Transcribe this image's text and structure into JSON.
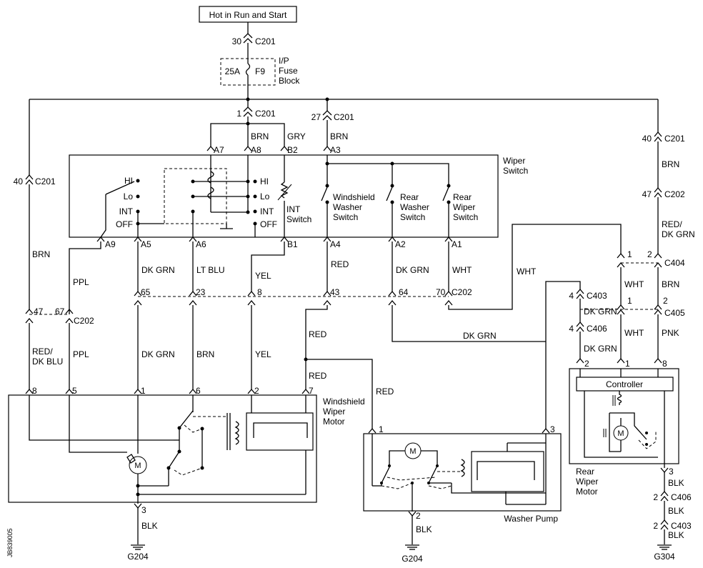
{
  "header": {
    "power_label": "Hot in Run and Start"
  },
  "fuse": {
    "rating": "25A",
    "id": "F9",
    "name_line1": "I/P",
    "name_line2": "Fuse",
    "name_line3": "Block"
  },
  "connectors": {
    "c201": "C201",
    "c202": "C202",
    "c404": "C404",
    "c405": "C405",
    "c403": "C403",
    "c406": "C406"
  },
  "pins": {
    "p30": "30",
    "p1": "1",
    "p27": "27",
    "p40": "40",
    "p47": "47",
    "p67": "67",
    "p65": "65",
    "p23": "23",
    "p8": "8",
    "p43": "43",
    "p64": "64",
    "p70": "70",
    "p2": "2",
    "p3": "3",
    "p4": "4",
    "p5": "5",
    "p6": "6",
    "p7": "7"
  },
  "switch_pins": {
    "a7": "A7",
    "a8": "A8",
    "b2": "B2",
    "a3": "A3",
    "a9": "A9",
    "a5": "A5",
    "a6": "A6",
    "b1": "B1",
    "a4": "A4",
    "a2": "A2",
    "a1": "A1"
  },
  "wire_colors": {
    "brn": "BRN",
    "gry": "GRY",
    "dk_grn": "DK GRN",
    "lt_blu": "LT BLU",
    "yel": "YEL",
    "red": "RED",
    "wht": "WHT",
    "ppl": "PPL",
    "red_dk_grn_1": "RED/",
    "red_dk_grn_2": "DK GRN",
    "red_dk_blu_1": "RED/",
    "red_dk_blu_2": "DK BLU",
    "pnk": "PNK",
    "blk": "BLK"
  },
  "wiper_switch": {
    "name_line1": "Wiper",
    "name_line2": "Switch",
    "hi": "HI",
    "lo": "Lo",
    "int": "INT",
    "off": "OFF",
    "int_switch_1": "INT",
    "int_switch_2": "Switch",
    "ws_washer_1": "Windshield",
    "ws_washer_2": "Washer",
    "ws_washer_3": "Switch",
    "rear_washer_1": "Rear",
    "rear_washer_2": "Washer",
    "rear_washer_3": "Switch",
    "rear_wiper_1": "Rear",
    "rear_wiper_2": "Wiper",
    "rear_wiper_3": "Switch"
  },
  "ws_motor": {
    "line1": "Windshield",
    "line2": "Wiper",
    "line3": "Motor",
    "m": "M"
  },
  "washer_pump": {
    "label": "Washer  Pump",
    "m": "M"
  },
  "rear_motor": {
    "controller": "Controller",
    "line1": "Rear",
    "line2": "Wiper",
    "line3": "Motor",
    "m": "M"
  },
  "grounds": {
    "g204a": "G204",
    "g204b": "G204",
    "g304": "G304"
  },
  "figure_code": "JB839005"
}
